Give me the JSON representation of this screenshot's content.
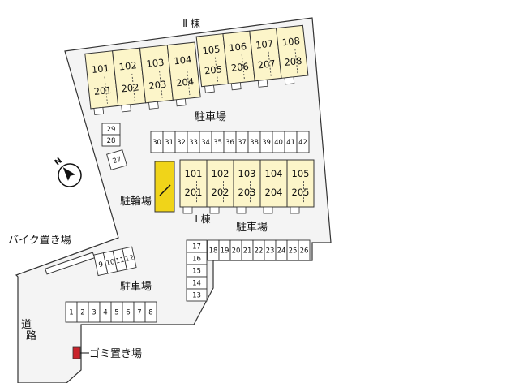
{
  "colors": {
    "ground": "#f4f4f4",
    "outline": "#333333",
    "unit_fill": "#fcf5c9",
    "bicycle_parking": "#f0d419",
    "garbage": "#c9232b",
    "slot_fill": "#ffffff"
  },
  "buildings": {
    "building2_name": "Ⅱ 棟",
    "building1_name": "Ⅰ 棟",
    "building2_west_units": [
      {
        "top": "101",
        "bottom": "201"
      },
      {
        "top": "102",
        "bottom": "202"
      },
      {
        "top": "103",
        "bottom": "203"
      },
      {
        "top": "104",
        "bottom": "204"
      }
    ],
    "building2_east_units": [
      {
        "top": "105",
        "bottom": "205"
      },
      {
        "top": "106",
        "bottom": "206"
      },
      {
        "top": "107",
        "bottom": "207"
      },
      {
        "top": "108",
        "bottom": "208"
      }
    ],
    "building1_units": [
      {
        "top": "101",
        "bottom": "201"
      },
      {
        "top": "102",
        "bottom": "202"
      },
      {
        "top": "103",
        "bottom": "203"
      },
      {
        "top": "104",
        "bottom": "204"
      },
      {
        "top": "105",
        "bottom": "205"
      }
    ]
  },
  "labels": {
    "parking_upper": "駐車場",
    "parking_middle": "駐車場",
    "parking_lower": "駐車場",
    "bicycle_parking": "駐輪場",
    "bike_parking": "バイク置き場",
    "road_line1": "道",
    "road_line2": "路",
    "garbage": "ゴミ置き場",
    "compass_north": "N"
  },
  "parking_spaces": {
    "row_30_42": [
      "30",
      "31",
      "32",
      "33",
      "34",
      "35",
      "36",
      "37",
      "38",
      "39",
      "40",
      "41",
      "42"
    ],
    "row_18_26": [
      "18",
      "19",
      "20",
      "21",
      "22",
      "23",
      "24",
      "25",
      "26"
    ],
    "row_1_8": [
      "1",
      "2",
      "3",
      "4",
      "5",
      "6",
      "7",
      "8"
    ],
    "col_13_17": [
      "17",
      "16",
      "15",
      "14",
      "13"
    ],
    "col_28_29": [
      "29",
      "28"
    ],
    "space_27": "27",
    "bike_9_12": [
      "9",
      "10",
      "11",
      "12"
    ]
  }
}
